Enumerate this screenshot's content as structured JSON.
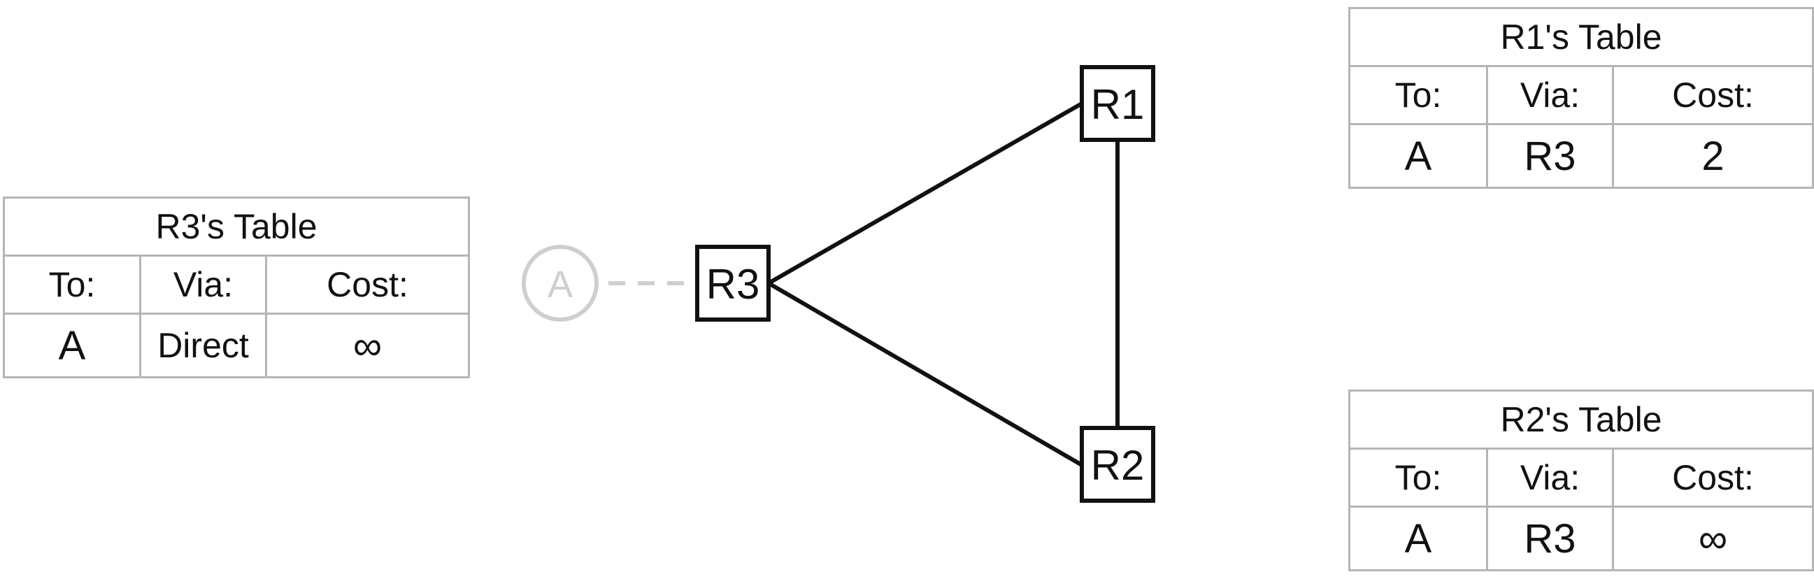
{
  "routers": {
    "r1": "R1",
    "r2": "R2",
    "r3": "R3"
  },
  "destination": "A",
  "tables": {
    "r3": {
      "title": "R3's Table",
      "headers": [
        "To:",
        "Via:",
        "Cost:"
      ],
      "row": [
        "A",
        "Direct",
        "∞"
      ]
    },
    "r1": {
      "title": "R1's Table",
      "headers": [
        "To:",
        "Via:",
        "Cost:"
      ],
      "row": [
        "A",
        "R3",
        "2"
      ]
    },
    "r2": {
      "title": "R2's Table",
      "headers": [
        "To:",
        "Via:",
        "Cost:"
      ],
      "row": [
        "A",
        "R3",
        "∞"
      ]
    }
  },
  "colors": {
    "link": "#111111",
    "ghost": "#cfcfcf",
    "table_border": "#b5b5b5"
  }
}
